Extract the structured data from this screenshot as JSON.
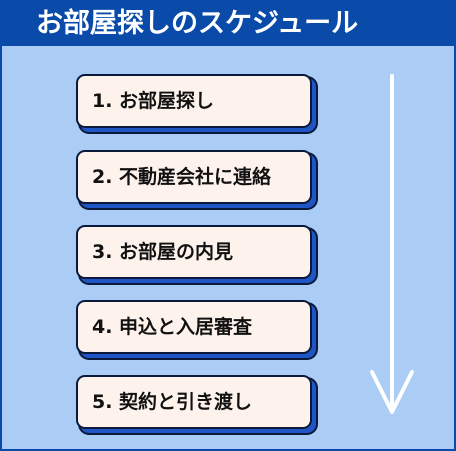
{
  "header": {
    "title": "お部屋探しのスケジュール"
  },
  "steps": [
    {
      "label": "1. お部屋探し"
    },
    {
      "label": "2. 不動産会社に連絡"
    },
    {
      "label": "3. お部屋の内見"
    },
    {
      "label": "4. 申込と入居審査"
    },
    {
      "label": "5. 契約と引き渡し"
    }
  ],
  "colors": {
    "background": "#aaccf5",
    "header": "#0a4aa8",
    "card": "#fdf3ec",
    "card_shadow": "#1f55c4",
    "arrow": "#ffffff"
  },
  "icons": {
    "flow_arrow": "arrow-down-icon"
  }
}
